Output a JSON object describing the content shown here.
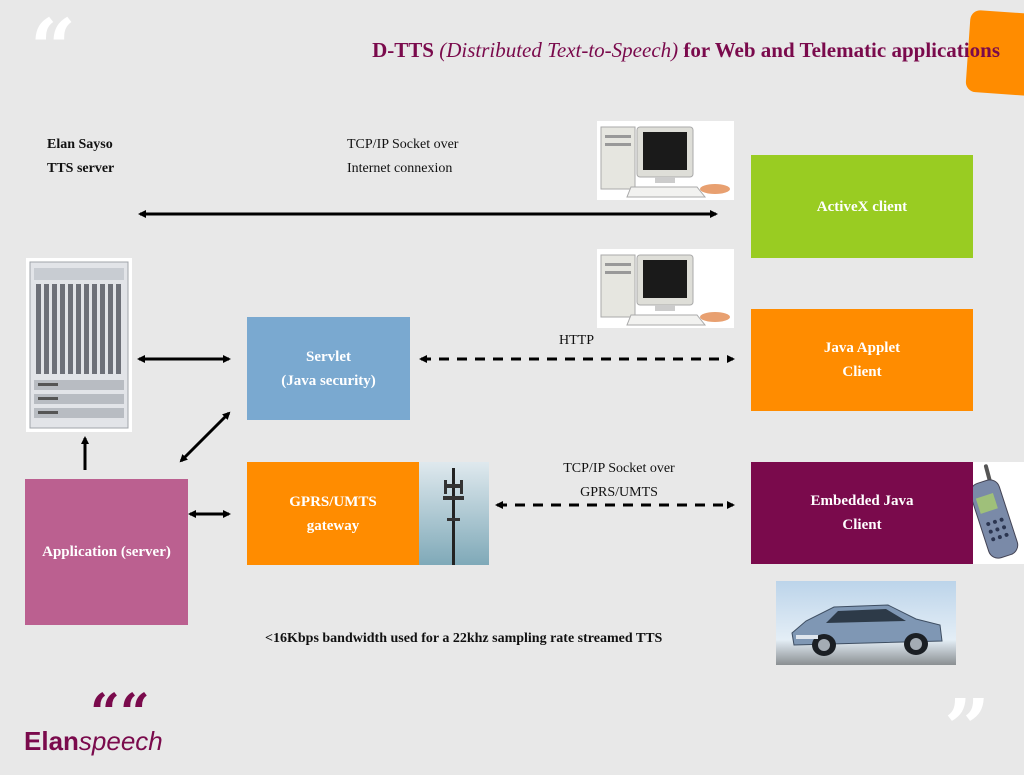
{
  "title": {
    "prefix": "D-TTS",
    "italic": "(Distributed Text-to-Speech)",
    "suffix": "for Web and Telematic applications"
  },
  "labels": {
    "elan_line1": "Elan Sayso",
    "elan_line2": "TTS server",
    "tcp_internet_line1": "TCP/IP Socket over",
    "tcp_internet_line2": "Internet connexion",
    "http": "HTTP",
    "tcp_gprs_line1": "TCP/IP Socket over",
    "tcp_gprs_line2": "GPRS/UMTS"
  },
  "boxes": {
    "activex": {
      "label": "ActiveX client",
      "color": "#99cc22"
    },
    "java_applet": {
      "line1": "Java Applet",
      "line2": "Client",
      "color": "#ff8c00"
    },
    "embedded_java": {
      "line1": "Embedded Java",
      "line2": "Client",
      "color": "#7a0a4c"
    },
    "servlet": {
      "line1": "Servlet",
      "line2": "(Java security)",
      "color": "#7aa9d0"
    },
    "gprs_gateway": {
      "line1": "GPRS/UMTS",
      "line2": "gateway",
      "color": "#ff8c00"
    },
    "application": {
      "label": "Application (server)",
      "color": "#bb6090"
    }
  },
  "note": "<16Kbps bandwidth used for a 22khz sampling rate streamed TTS",
  "logo": {
    "bold": "Elan",
    "regular": "speech",
    "quote": "““"
  },
  "decor": {
    "open_quote": "“",
    "close_quote": "”",
    "accent_color": "#ff8c00",
    "brand_color": "#7a0a4c"
  }
}
